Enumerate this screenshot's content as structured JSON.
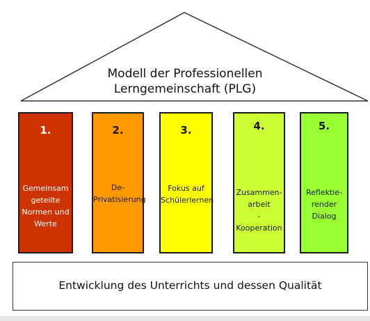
{
  "roof": {
    "title_line1": "Modell der Professionellen",
    "title_line2": "Lerngemeinschaft (PLG)"
  },
  "pillars": [
    {
      "number": "1.",
      "lines": [
        "Gemeinsam",
        "geteilte",
        "Normen und",
        "Werte"
      ],
      "color": "#cc3300",
      "text_color": "#ffffff"
    },
    {
      "number": "2.",
      "lines": [
        "De-",
        "Privatisierung"
      ],
      "color": "#ff9900",
      "text_color": "#1a1a1a"
    },
    {
      "number": "3.",
      "lines": [
        "Fokus auf",
        "Schülerlernen"
      ],
      "color": "#ffff00",
      "text_color": "#1a1a1a"
    },
    {
      "number": "4.",
      "lines": [
        "Zusammen-",
        "arbeit",
        "-",
        "Kooperation"
      ],
      "color": "#ccff33",
      "text_color": "#1a1a1a"
    },
    {
      "number": "5.",
      "lines": [
        "Reflektie-",
        "render",
        "Dialog"
      ],
      "color": "#99ff33",
      "text_color": "#1a1a1a"
    }
  ],
  "base": {
    "text": "Entwicklung des Unterrichts und dessen Qualität"
  }
}
